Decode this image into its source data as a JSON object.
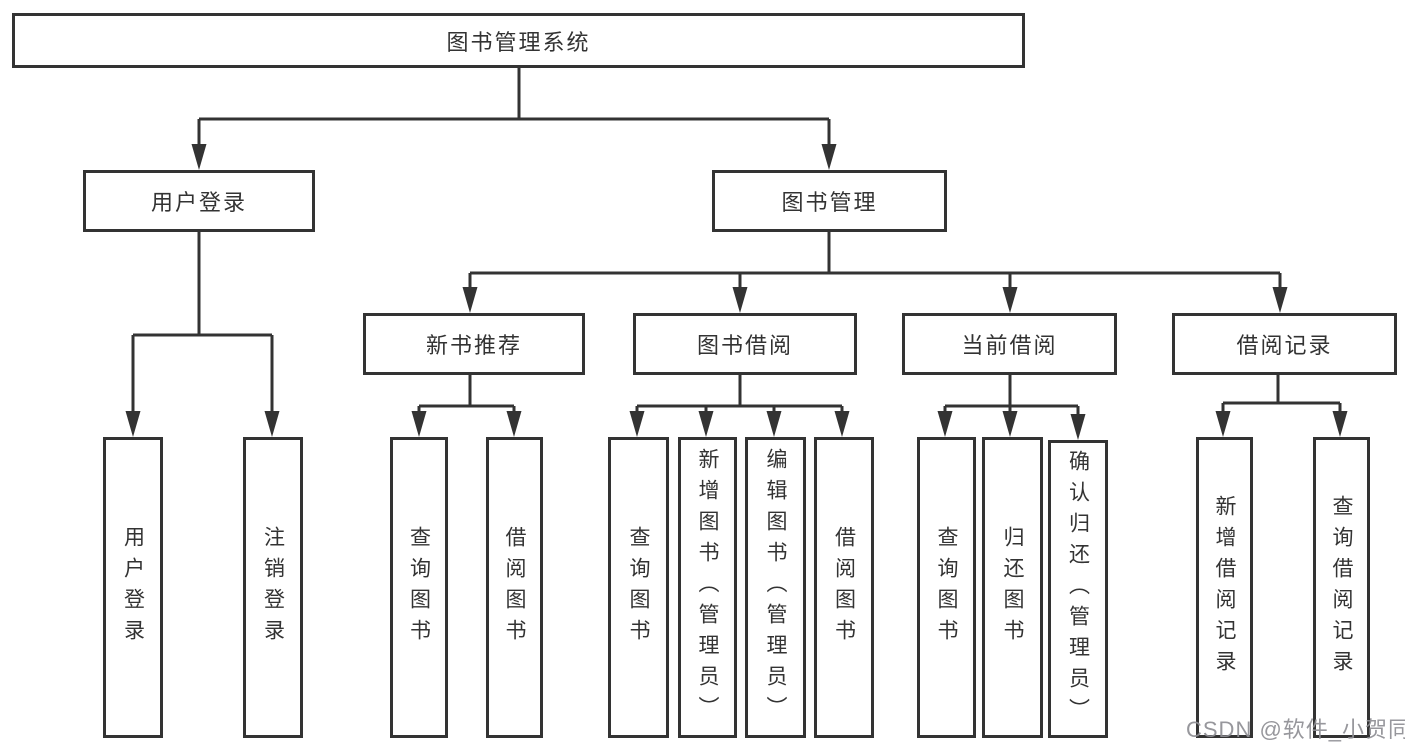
{
  "tree": {
    "root": "图书管理系统",
    "level1": [
      "用户登录",
      "图书管理"
    ],
    "level2": [
      "新书推荐",
      "图书借阅",
      "当前借阅",
      "借阅记录"
    ],
    "leaves": {
      "user_login": [
        "用户登录",
        "注销登录"
      ],
      "new_book": [
        "查询图书",
        "借阅图书"
      ],
      "book_borrow": [
        "查询图书",
        "新增图书（管理员）",
        "编辑图书（管理员）",
        "借阅图书"
      ],
      "current_borrow": [
        "查询图书",
        "归还图书",
        "确认归还（管理员）"
      ],
      "borrow_records": [
        "新增借阅记录",
        "查询借阅记录"
      ]
    }
  },
  "watermark": {
    "text": "CSDN @软件_小贺同学"
  },
  "colors": {
    "line": "#333333",
    "box_border": "#333333",
    "text": "#333333",
    "background": "#ffffff",
    "watermark": "#8e8e94"
  }
}
